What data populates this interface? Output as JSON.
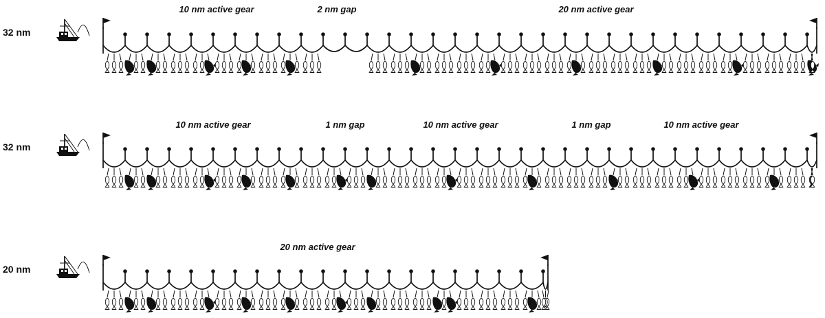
{
  "diagram": {
    "rows": [
      {
        "id": "row-1",
        "length_label": "32 nm",
        "segments": [
          {
            "kind": "active",
            "label": "10 nm active gear"
          },
          {
            "kind": "gap",
            "label": "2 nm gap"
          },
          {
            "kind": "active",
            "label": "20 nm active gear"
          }
        ]
      },
      {
        "id": "row-2",
        "length_label": "32 nm",
        "segments": [
          {
            "kind": "active",
            "label": "10 nm active gear"
          },
          {
            "kind": "gap",
            "label": "1 nm gap"
          },
          {
            "kind": "active",
            "label": "10 nm active gear"
          },
          {
            "kind": "gap",
            "label": "1 nm gap"
          },
          {
            "kind": "active",
            "label": "10 nm active gear"
          }
        ]
      },
      {
        "id": "row-3",
        "length_label": "20 nm",
        "segments": [
          {
            "kind": "active",
            "label": "20 nm active gear"
          }
        ]
      }
    ],
    "icons": {
      "vessel": "fishing-boat-icon",
      "end_marker": "flag-buoy-icon",
      "float": "float-ball-icon",
      "catch_small": "small-fish-icon",
      "catch_large": "large-fish-icon"
    }
  }
}
